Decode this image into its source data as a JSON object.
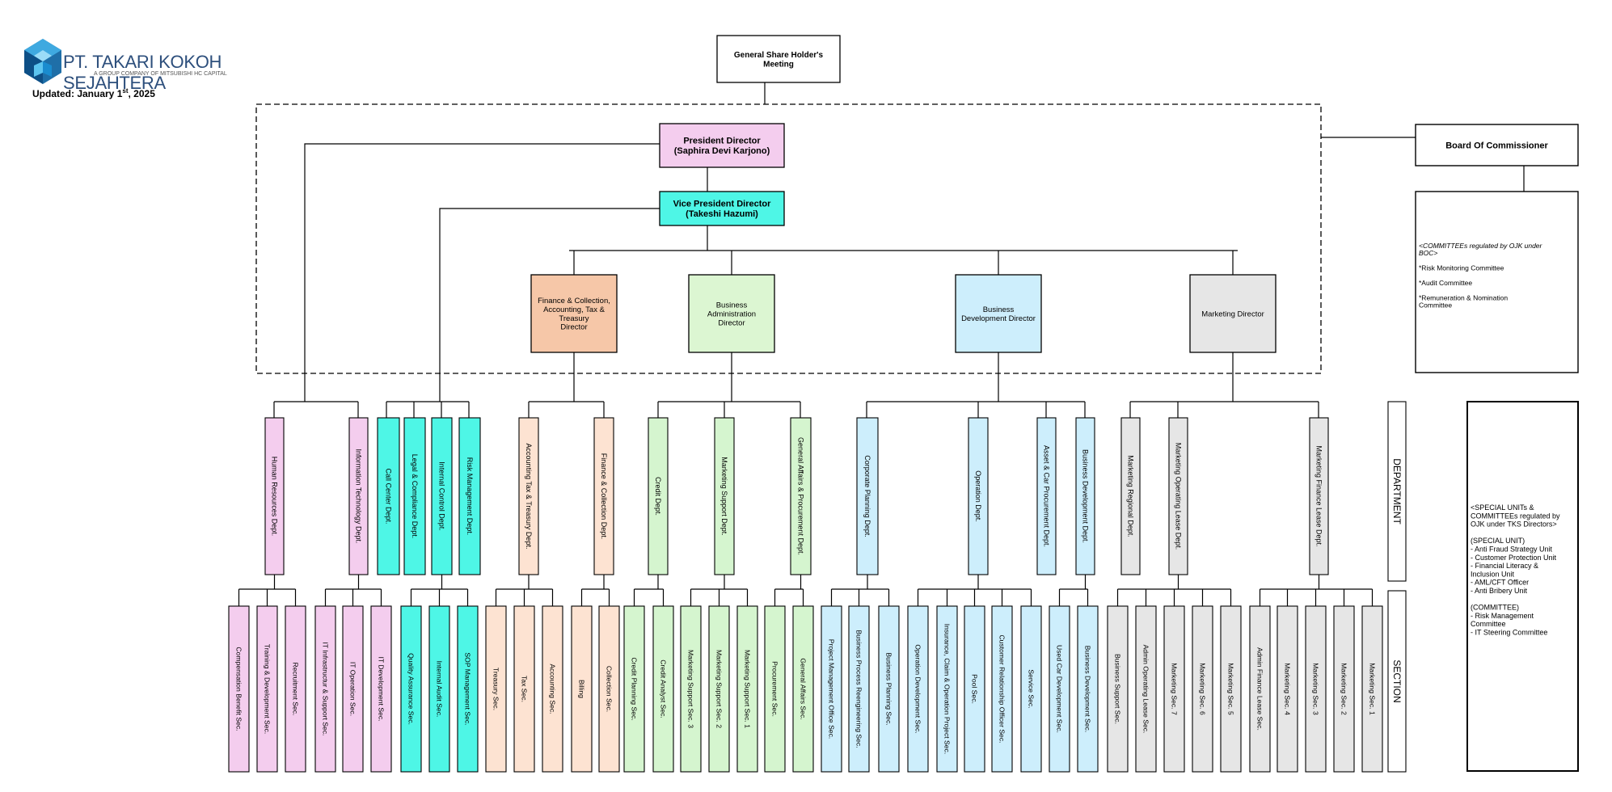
{
  "header": {
    "company_name": "PT. TAKARI KOKOH SEJAHTERA",
    "company_tagline": "A GROUP COMPANY OF MITSUBISHI HC CAPITAL",
    "updated_text": "Updated: January 1",
    "updated_sup": "st",
    "updated_year": ", 2025"
  },
  "colors": {
    "hr_it": "#f4cdee",
    "control": "#4ef6e6",
    "finance": "#fde3d2",
    "business_admin": "#d5f5cf",
    "business_dev": "#cdeefc",
    "marketing": "#e6e6e6",
    "president": "#f4cdee",
    "vice": "#4ef6e6",
    "dir_finance": "#f6c7a8",
    "dir_admin": "#dcf6d2",
    "dir_busdev": "#cdeefc",
    "dir_marketing": "#e6e6e6"
  },
  "top": {
    "gsm": "General Share Holder's Meeting",
    "president": [
      "President Director",
      "(Saphira Devi Karjono)"
    ],
    "vice": [
      "Vice President Director",
      "(Takeshi Hazumi)"
    ],
    "boc": "Board Of Commissioner",
    "committees": [
      "<COMMITTEEs regulated by OJK under",
      "BOC>",
      "",
      "*Risk Monitoring Committee",
      "",
      "*Audit Committee",
      "",
      "*Remuneration & Nomination",
      "Committee"
    ]
  },
  "directors": [
    {
      "label": [
        "Finance & Collection,",
        "Accounting, Tax &",
        "Treasury",
        "Director"
      ],
      "color": "#f6c7a8"
    },
    {
      "label": [
        "Business",
        "Administration",
        "Director"
      ],
      "color": "#dcf6d2"
    },
    {
      "label": [
        "Business",
        "Development Director"
      ],
      "color": "#cdeefc"
    },
    {
      "label": [
        "Marketing Director"
      ],
      "color": "#e6e6e6"
    }
  ],
  "departments": [
    {
      "label": "Human Resources Dept.",
      "group": "hr_it"
    },
    {
      "label": "Information Technology Dept.",
      "group": "hr_it"
    },
    {
      "label": "Call Center Dept.",
      "group": "control"
    },
    {
      "label": "Legal & Compliance Dept.",
      "group": "control"
    },
    {
      "label": "Internal Control Dept.",
      "group": "control"
    },
    {
      "label": "Risk Management Dept.",
      "group": "control"
    },
    {
      "label": "Accounting Tax & Treasury Dept.",
      "group": "finance"
    },
    {
      "label": "Finance & Collection Dept.",
      "group": "finance"
    },
    {
      "label": "Credit Dept.",
      "group": "business_admin"
    },
    {
      "label": "Marketing Support Dept.",
      "group": "business_admin"
    },
    {
      "label": "General Affairs & Procurement Dept.",
      "group": "business_admin"
    },
    {
      "label": "Corporate Planning Dept.",
      "group": "business_dev"
    },
    {
      "label": "Operation Dept.",
      "group": "business_dev"
    },
    {
      "label": "Asset & Car Procurement Dept.",
      "group": "business_dev"
    },
    {
      "label": "Business Development Dept.",
      "group": "business_dev"
    },
    {
      "label": "Marketing Regional Dept.",
      "group": "marketing"
    },
    {
      "label": "Marketing Operating Lease Dept.",
      "group": "marketing"
    },
    {
      "label": "Marketing Finance Lease Dept.",
      "group": "marketing"
    }
  ],
  "sections": [
    {
      "label": "Compensation Benefit Sec.",
      "group": "hr_it"
    },
    {
      "label": "Training & Development Sec.",
      "group": "hr_it"
    },
    {
      "label": "Recruitment Sec.",
      "group": "hr_it"
    },
    {
      "label": "IT Infrastructur & Support Sec.",
      "group": "hr_it"
    },
    {
      "label": "IT Operation Sec.",
      "group": "hr_it"
    },
    {
      "label": "IT Development Sec.",
      "group": "hr_it"
    },
    {
      "label": "Quality Assurance Sec.",
      "group": "control"
    },
    {
      "label": "Internal Audit Sec.",
      "group": "control"
    },
    {
      "label": "SOP Management Sec.",
      "group": "control"
    },
    {
      "label": "Treasury Sec.",
      "group": "finance"
    },
    {
      "label": "Tax Sec.",
      "group": "finance"
    },
    {
      "label": "Accounting Sec.",
      "group": "finance"
    },
    {
      "label": "Billing",
      "group": "finance"
    },
    {
      "label": "Collection Sec.",
      "group": "finance"
    },
    {
      "label": "Credit Planning Sec.",
      "group": "business_admin"
    },
    {
      "label": "Credit Analyst Sec.",
      "group": "business_admin"
    },
    {
      "label": "Marketing Support Sec. 3",
      "group": "business_admin"
    },
    {
      "label": "Marketing Support Sec. 2",
      "group": "business_admin"
    },
    {
      "label": "Marketing Support Sec. 1",
      "group": "business_admin"
    },
    {
      "label": "Procurement Sec.",
      "group": "business_admin"
    },
    {
      "label": "General Affairs Sec.",
      "group": "business_admin"
    },
    {
      "label": "Project Management Office Sec.",
      "group": "business_dev"
    },
    {
      "label": "Business Process Reengineering Sec.",
      "group": "business_dev"
    },
    {
      "label": "Business Planning Sec.",
      "group": "business_dev"
    },
    {
      "label": "Operation Development Sec.",
      "group": "business_dev"
    },
    {
      "label": "Insurance, Claim & Operation Project Sec.",
      "group": "business_dev"
    },
    {
      "label": "Pool Sec.",
      "group": "business_dev"
    },
    {
      "label": "Customer Relationship Officer Sec.",
      "group": "business_dev"
    },
    {
      "label": "Service Sec.",
      "group": "business_dev"
    },
    {
      "label": "Used Car Development Sec.",
      "group": "business_dev"
    },
    {
      "label": "Business Development Sec.",
      "group": "business_dev"
    },
    {
      "label": "Business Support Sec.",
      "group": "marketing"
    },
    {
      "label": "Admin Operating Lease Sec.",
      "group": "marketing"
    },
    {
      "label": "Marketing Sec. 7",
      "group": "marketing"
    },
    {
      "label": "Marketing Sec. 6",
      "group": "marketing"
    },
    {
      "label": "Marketing Sec. 5",
      "group": "marketing"
    },
    {
      "label": "Admin Finance Lease Sec.",
      "group": "marketing"
    },
    {
      "label": "Marketing Sec. 4",
      "group": "marketing"
    },
    {
      "label": "Marketing Sec. 3",
      "group": "marketing"
    },
    {
      "label": "Marketing Sec. 2",
      "group": "marketing"
    },
    {
      "label": "Marketing Sec. 1",
      "group": "marketing"
    }
  ],
  "side_labels": {
    "department": "DEPARTMENT",
    "section": "SECTION"
  },
  "special_units": [
    "<SPECIAL UNITs &",
    "COMMITTEEs regulated by",
    "OJK under TKS Directors>",
    "",
    "(SPECIAL UNIT)",
    "- Anti Fraud Strategy Unit",
    "- Customer Protection Unit",
    "- Financial Literacy &",
    "Inclusion Unit",
    "- AML/CFT Officer",
    "- Anti Bribery Unit",
    "",
    "(COMMITTEE)",
    "- Risk Management",
    "Committee",
    "- IT Steering Committee"
  ]
}
